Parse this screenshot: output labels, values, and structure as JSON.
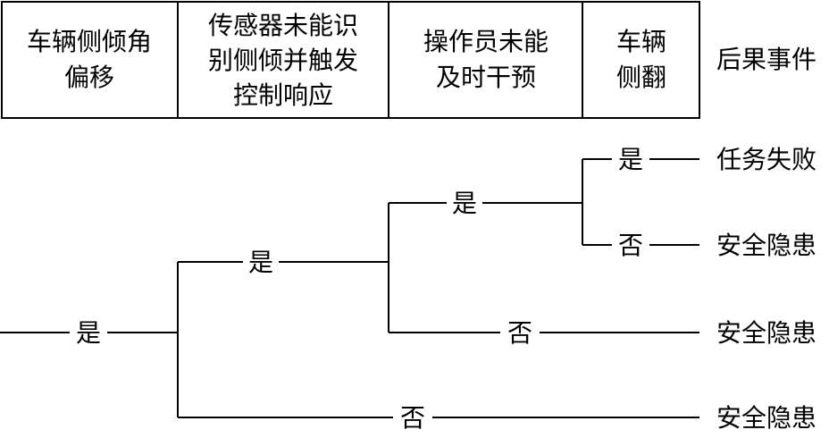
{
  "header": {
    "columns": [
      {
        "lines": [
          "车辆侧倾角",
          "偏移"
        ]
      },
      {
        "lines": [
          "传感器未能识",
          "别侧倾并触发",
          "控制响应"
        ]
      },
      {
        "lines": [
          "操作员未能",
          "及时干预"
        ]
      },
      {
        "lines": [
          "车辆",
          "侧翻"
        ]
      }
    ],
    "outcome_header": "后果事件"
  },
  "tree": {
    "yes": "是",
    "no": "否",
    "outcomes": {
      "failure": "任务失败",
      "hazard": "安全隐患"
    }
  }
}
